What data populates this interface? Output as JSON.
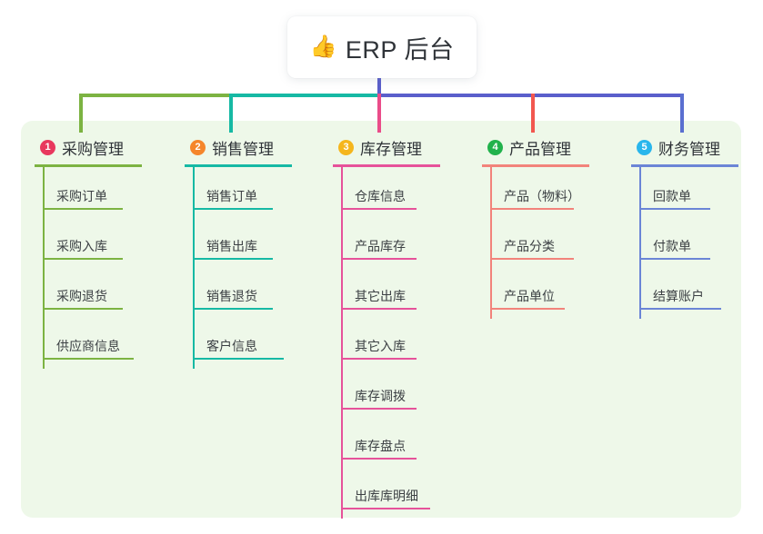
{
  "diagram": {
    "type": "mindmap",
    "root": {
      "label": "ERP 后台",
      "emoji": "👍",
      "icon_name": "thumbs-up-icon"
    },
    "palette": {
      "panel_background": "#eef8e9",
      "page_background": "#ffffff",
      "root_background": "#ffffff",
      "text": "#2f3338",
      "leaf_text": "#3c4044",
      "stem": "#5a5fcb"
    },
    "connectors": {
      "segments": [
        {
          "name": "bar-green",
          "color": "#7cb342"
        },
        {
          "name": "bar-teal",
          "color": "#16b9a4"
        },
        {
          "name": "bar-blue",
          "color": "#5a5fcb"
        }
      ],
      "drops": [
        "#7cb342",
        "#16b9a4",
        "#ea4c89",
        "#f2574f",
        "#5a6fd0"
      ]
    },
    "columns": [
      {
        "number": "1",
        "title": "采购管理",
        "badge_color": "#e8385e",
        "line_color": "#7cb342",
        "drop_color": "#7cb342",
        "items": [
          "采购订单",
          "采购入库",
          "采购退货",
          "供应商信息"
        ]
      },
      {
        "number": "2",
        "title": "销售管理",
        "badge_color": "#f5862b",
        "line_color": "#16b9a4",
        "drop_color": "#16b9a4",
        "items": [
          "销售订单",
          "销售出库",
          "销售退货",
          "客户信息"
        ]
      },
      {
        "number": "3",
        "title": "库存管理",
        "badge_color": "#f5b61d",
        "line_color": "#e6529a",
        "drop_color": "#ea4c89",
        "items": [
          "仓库信息",
          "产品库存",
          "其它出库",
          "其它入库",
          "库存调拨",
          "库存盘点",
          "出库库明细"
        ]
      },
      {
        "number": "4",
        "title": "产品管理",
        "badge_color": "#22b24c",
        "line_color": "#f2837b",
        "drop_color": "#f2574f",
        "items": [
          "产品（物料）",
          "产品分类",
          "产品单位"
        ]
      },
      {
        "number": "5",
        "title": "财务管理",
        "badge_color": "#29b6ec",
        "line_color": "#6b85d6",
        "drop_color": "#5a6fd0",
        "items": [
          "回款单",
          "付款单",
          "结算账户"
        ]
      }
    ]
  }
}
